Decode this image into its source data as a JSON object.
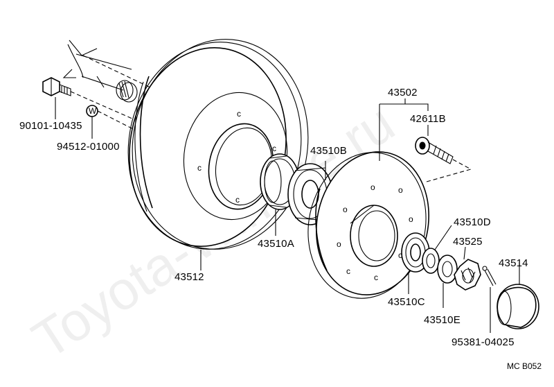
{
  "watermark": "Toyota-Wimize.ru",
  "diagram_code": "MC B052",
  "parts": {
    "p90101": "90101-10435",
    "p94512": "94512-01000",
    "p43512": "43512",
    "p43510A": "43510A",
    "p43510B": "43510B",
    "p43502": "43502",
    "p42611B": "42611B",
    "p43510D": "43510D",
    "p43525": "43525",
    "p43514": "43514",
    "p43510C": "43510C",
    "p43510E": "43510E",
    "p95381": "95381-04025"
  },
  "washer_mark": "W"
}
